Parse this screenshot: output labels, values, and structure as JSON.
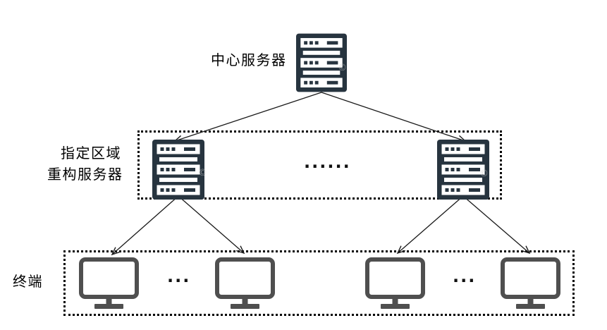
{
  "colors": {
    "server-color": "#27343f",
    "monitor-color": "#4f4f4f",
    "line-color": "#1a1a1a",
    "box-border-color": "#000000",
    "text-color": "#000000"
  },
  "labels": {
    "central_server": "中心服务器",
    "regional_line1": "指定区域",
    "regional_line2": "重构服务器",
    "terminal": "终端",
    "regional_ellipsis": "......",
    "terminal_ellipsis_left": "...",
    "terminal_ellipsis_right": "..."
  },
  "watermark": {
    "glyph": "©"
  },
  "diagram": {
    "type": "hierarchy",
    "nodes": [
      {
        "id": "central-server",
        "icon": "server-rack-icon",
        "label": "中心服务器"
      },
      {
        "id": "regional-server-left",
        "icon": "server-rack-icon",
        "group": "指定区域 重构服务器"
      },
      {
        "id": "regional-server-right",
        "icon": "server-rack-icon",
        "group": "指定区域 重构服务器"
      },
      {
        "id": "terminal-1",
        "icon": "monitor-icon",
        "group": "终端"
      },
      {
        "id": "terminal-2",
        "icon": "monitor-icon",
        "group": "终端"
      },
      {
        "id": "terminal-3",
        "icon": "monitor-icon",
        "group": "终端"
      },
      {
        "id": "terminal-4",
        "icon": "monitor-icon",
        "group": "终端"
      }
    ],
    "edges": [
      {
        "from": "central-server",
        "to": "regional-server-left"
      },
      {
        "from": "central-server",
        "to": "regional-server-right"
      },
      {
        "from": "regional-server-left",
        "to": "terminal-1"
      },
      {
        "from": "regional-server-left",
        "to": "terminal-2"
      },
      {
        "from": "regional-server-right",
        "to": "terminal-3"
      },
      {
        "from": "regional-server-right",
        "to": "terminal-4"
      }
    ]
  }
}
